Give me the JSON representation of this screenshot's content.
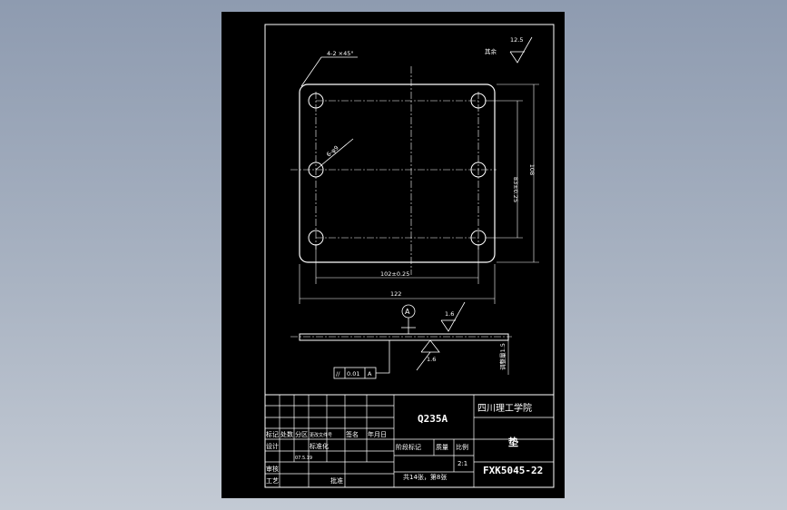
{
  "colors": {
    "viewport_background": "#9aa5b6",
    "sheet_background": "#000000",
    "line_color": "#ffffff",
    "title_block_lines": "#ffffff"
  },
  "dimensions": {
    "chamfer": "4-2 ×45°",
    "holes": "6-φ9",
    "roughness_rest": "其余",
    "roughness_rest_value": "12.5",
    "width_hole_spacing": "102±0.25",
    "overall_width": "122",
    "height_hole_spacing": "83±0.25",
    "overall_height": "108",
    "datum": "A",
    "roughness_top": "1.6",
    "roughness_bottom": "1.6",
    "thickness_note": "调整量1.5",
    "tolerance_frame": {
      "symbol": "//",
      "value": "0.01",
      "datum": "A"
    }
  },
  "title_block": {
    "material": "Q235A",
    "school": "四川理工学院",
    "part_name": "垫",
    "drawing_number": "FXK5045-22",
    "sheet_count": "共14张，第8张",
    "stage_label": "阶段标记",
    "mass_label": "质量",
    "scale_label": "比例",
    "scale_value": "2:1",
    "row_labels": [
      "标记",
      "处数",
      "分区",
      "更改文件号",
      "签名",
      "年月日"
    ],
    "design_label": "设计",
    "standardization_label": "标准化",
    "review_label": "审核",
    "process_label": "工艺",
    "approve_label": "批准",
    "date_value": "07.5.19"
  }
}
